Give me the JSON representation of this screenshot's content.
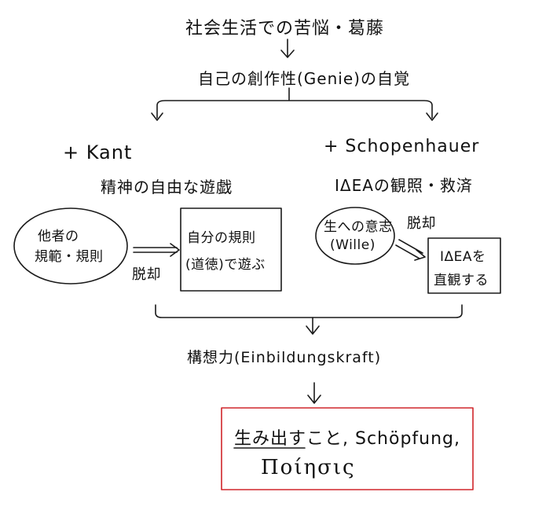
{
  "diagram": {
    "top": "社会生活での苦悩・葛藤",
    "self_awareness": "自己の創作性(Genie)の自覚",
    "kant": {
      "heading": "+ Kant",
      "subtitle": "精神の自由な遊戯",
      "left_node": [
        "他者の",
        "規範・規則"
      ],
      "escape": "脱却",
      "right_node": [
        "自分の規則",
        "(道徳)で遊ぶ"
      ]
    },
    "schopenhauer": {
      "heading": "+ Schopenhauer",
      "subtitle": "IΔEAの観照・救済",
      "left_node": [
        "生への意志",
        "(Wille)"
      ],
      "escape": "脱却",
      "right_node": [
        "IΔEAを",
        "直観する"
      ]
    },
    "imagination": "構想力(Einbildungskraft)",
    "result": {
      "line1": "生み出すこと, Schöpfung,",
      "line2": "Ποίησις",
      "border_color": "#d0262b"
    }
  }
}
